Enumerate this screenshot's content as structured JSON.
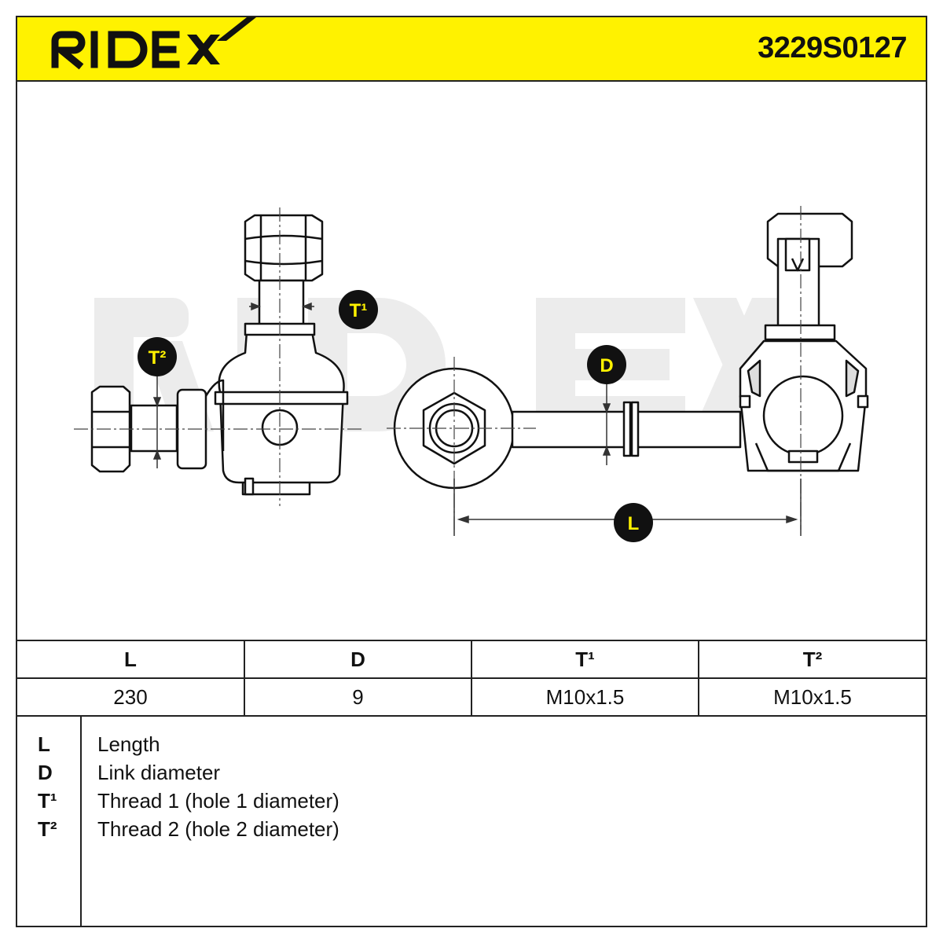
{
  "brand": "RIDEX",
  "part_number": "3229S0127",
  "watermark": "RIDEX",
  "dimension_labels": {
    "T1": "T¹",
    "T2": "T²",
    "D": "D",
    "L": "L"
  },
  "spec_table": {
    "headers": [
      "L",
      "D",
      "T¹",
      "T²"
    ],
    "values": [
      "230",
      "9",
      "M10x1.5",
      "M10x1.5"
    ]
  },
  "legend": [
    {
      "key": "L",
      "desc": "Length"
    },
    {
      "key": "D",
      "desc": "Link diameter"
    },
    {
      "key": "T¹",
      "desc": "Thread 1 (hole 1 diameter)"
    },
    {
      "key": "T²",
      "desc": "Thread 2 (hole 2 diameter)"
    }
  ],
  "colors": {
    "header_bg": "#fff200",
    "badge_bg": "#111111",
    "badge_text": "#fff200"
  }
}
